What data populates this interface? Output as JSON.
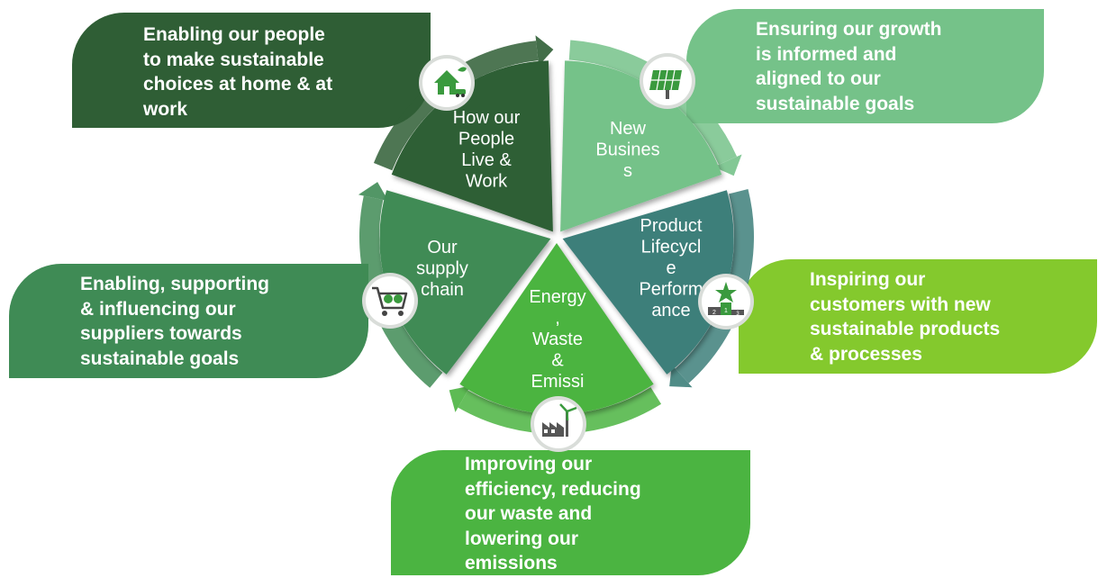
{
  "colors": {
    "people": "#2f5e35",
    "business": "#75c289",
    "product": "#3d7f7a",
    "energy": "#4bb441",
    "supply": "#3f8b55",
    "product_callout": "#84c92d",
    "ring": "#3a7f4d"
  },
  "segments": {
    "people": {
      "label": "How our\nPeople\nLive &\nWork",
      "icon": "house-car-icon"
    },
    "business": {
      "label": "New\nBusines\ns",
      "icon": "solar-panel-icon"
    },
    "product": {
      "label": "Product\nLifecycl\ne\nPerform\nance",
      "icon": "podium-star-icon"
    },
    "energy": {
      "label": "Energy\n,\nWaste\n&\nEmissi",
      "icon": "factory-windmill-icon"
    },
    "supply": {
      "label": "Our\nsupply\nchain",
      "icon": "shopping-cart-icon"
    }
  },
  "callouts": {
    "people": "Enabling our people\nto make sustainable\nchoices at home & at\nwork",
    "business": "Ensuring our growth\nis informed and\naligned to our\nsustainable goals",
    "product": "Inspiring our\ncustomers with new\nsustainable products\n& processes",
    "supply": "Enabling, supporting\n& influencing our\nsuppliers towards\nsustainable goals",
    "energy": "Improving our\nefficiency, reducing\nour waste and\nlowering our\nemissions"
  },
  "podium_digits": [
    "2",
    "1",
    "3"
  ]
}
